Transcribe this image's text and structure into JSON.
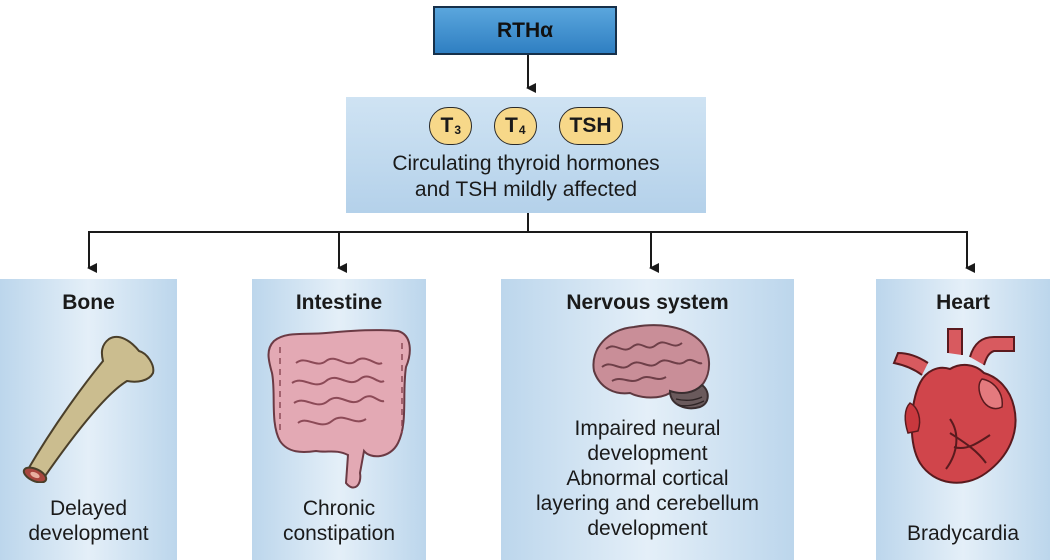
{
  "top": {
    "label": "RTHα"
  },
  "hormones": {
    "pills": [
      {
        "main": "T",
        "sub": "3"
      },
      {
        "main": "T",
        "sub": "4"
      },
      {
        "main": "TSH",
        "sub": ""
      }
    ],
    "line1": "Circulating thyroid hormones",
    "line2": "and TSH mildly affected"
  },
  "organs": {
    "bone": {
      "title": "Bone",
      "lines": [
        "Delayed",
        "development"
      ],
      "icon": "bone-icon"
    },
    "intestine": {
      "title": "Intestine",
      "lines": [
        "Chronic",
        "constipation"
      ],
      "icon": "intestine-icon"
    },
    "nervous": {
      "title": "Nervous system",
      "lines": [
        "Impaired neural",
        "development",
        "Abnormal cortical",
        "layering and cerebellum",
        "development"
      ],
      "icon": "brain-icon"
    },
    "heart": {
      "title": "Heart",
      "lines": [
        "Bradycardia"
      ],
      "icon": "heart-icon"
    }
  },
  "colors": {
    "topBox": "#2f7fc2",
    "pill": "#f7d889",
    "panel": "#bcd6ec",
    "bone": "#c9b98a",
    "intestine": "#e3a9b4",
    "brain": "#c98e98",
    "heart": "#d0454b"
  }
}
